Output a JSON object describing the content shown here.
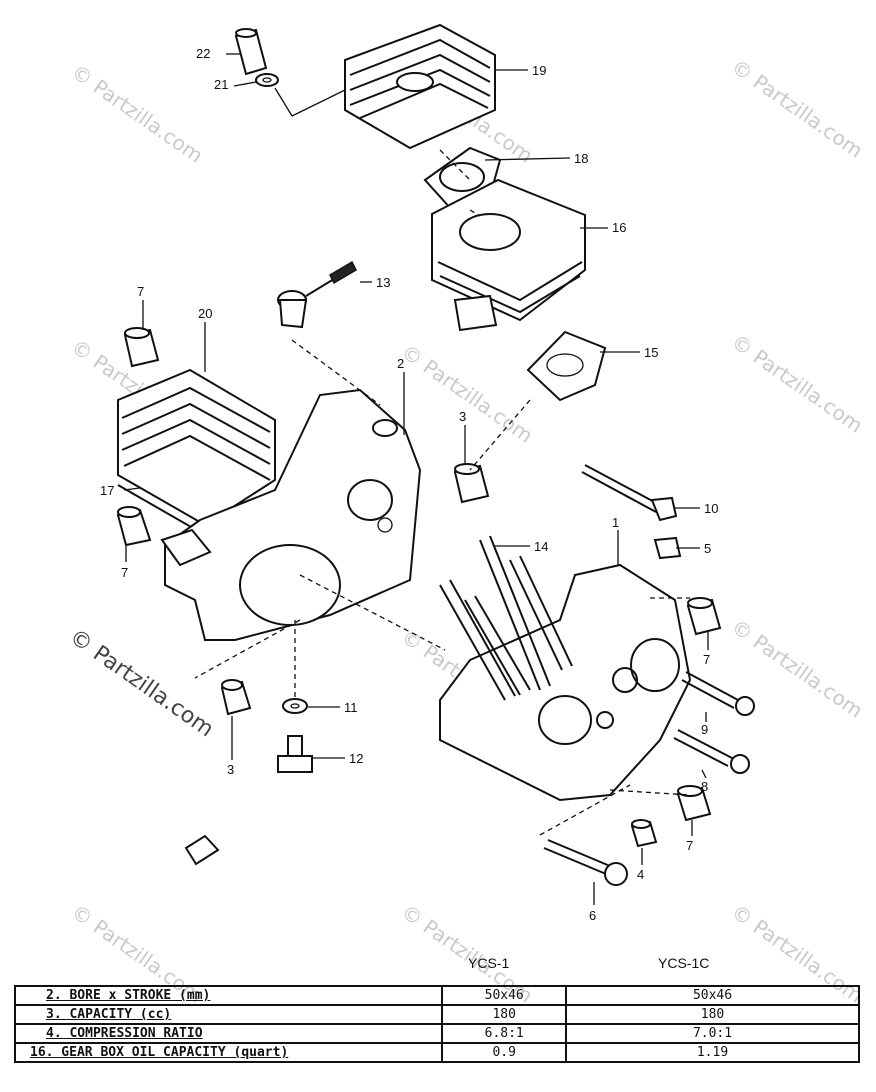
{
  "callouts": [
    "22",
    "21",
    "19",
    "18",
    "16",
    "13",
    "7",
    "20",
    "2",
    "3",
    "15",
    "17",
    "10",
    "5",
    "14",
    "1",
    "7",
    "7",
    "11",
    "12",
    "3",
    "9",
    "8",
    "7",
    "4",
    "6"
  ],
  "watermark": "© Partzilla.com",
  "table": {
    "headers": [
      "YCS-1",
      "YCS-1C"
    ],
    "rows": [
      {
        "label": "2. BORE x STROKE (mm)",
        "v1": "50x46",
        "v2": "50x46"
      },
      {
        "label": "3. CAPACITY (cc)",
        "v1": "180",
        "v2": "180"
      },
      {
        "label": "4. COMPRESSION RATIO",
        "v1": "6.8:1",
        "v2": "7.0:1"
      },
      {
        "label": "16. GEAR BOX OIL CAPACITY (quart)",
        "v1": "0.9",
        "v2": "1.19"
      }
    ]
  }
}
